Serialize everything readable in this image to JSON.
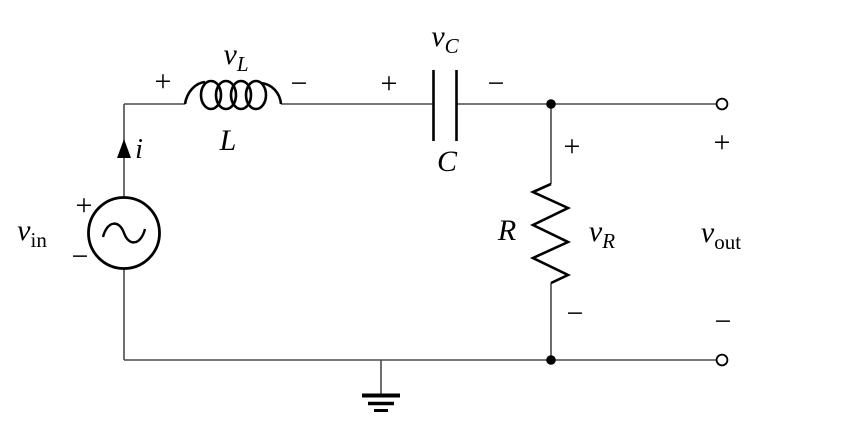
{
  "colors": {
    "wire": "#4a4a4a",
    "component": "#000000",
    "background": "#ffffff"
  },
  "labels": {
    "source": {
      "voltage_base": "v",
      "voltage_sub": "in",
      "plus": "+",
      "minus": "−"
    },
    "current": {
      "symbol": "i"
    },
    "inductor": {
      "component": "L",
      "voltage_base": "v",
      "voltage_sub": "L",
      "plus": "+",
      "minus": "−"
    },
    "capacitor": {
      "component": "C",
      "voltage_base": "v",
      "voltage_sub": "C",
      "plus": "+",
      "minus": "−"
    },
    "resistor": {
      "component": "R",
      "voltage_base": "v",
      "voltage_sub": "R",
      "plus": "+",
      "minus": "−"
    },
    "output": {
      "voltage_base": "v",
      "voltage_sub": "out",
      "plus": "+",
      "minus": "−"
    }
  }
}
